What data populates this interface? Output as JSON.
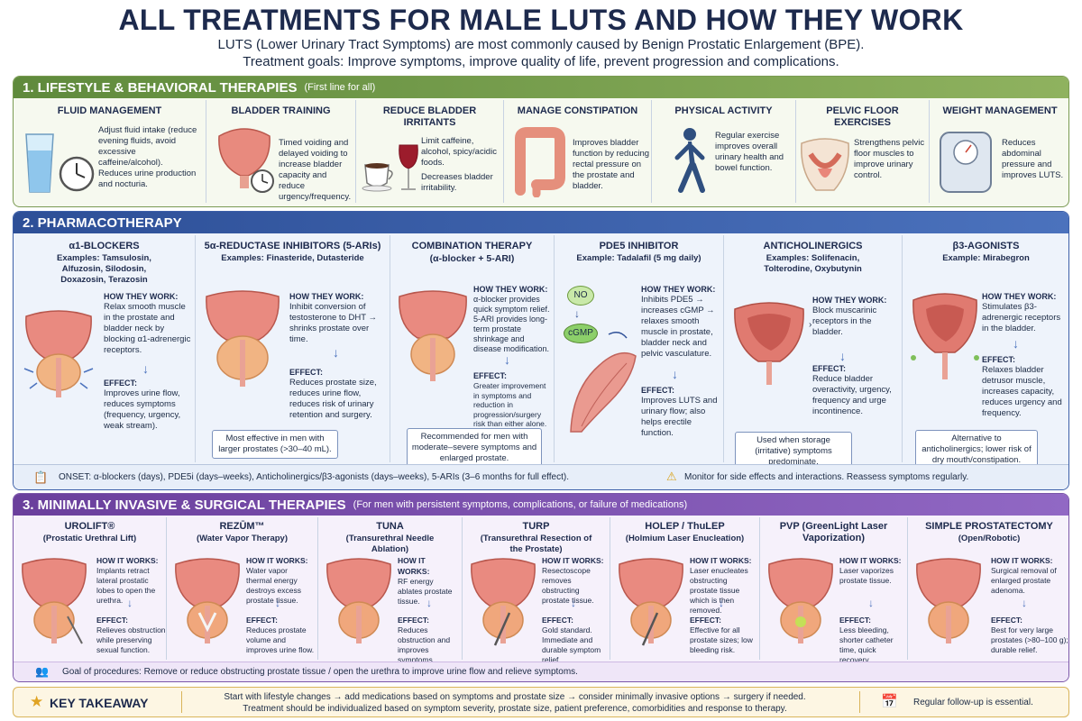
{
  "header": {
    "title": "ALL TREATMENTS FOR MALE LUTS AND HOW THEY WORK",
    "subtitle_1": "LUTS (Lower Urinary Tract Symptoms) are most commonly caused by Benign Prostatic Enlargement (BPE).",
    "subtitle_2": "Treatment goals: Improve symptoms, improve quality of life, prevent progression and complications."
  },
  "lifestyle": {
    "heading": "1. LIFESTYLE & BEHAVIORAL THERAPIES",
    "note": "(First line for all)",
    "cards": [
      {
        "title": "FLUID MANAGEMENT",
        "text": "Adjust fluid intake (reduce evening fluids, avoid excessive caffeine/alcohol).",
        "text2": "Reduces urine production and nocturia."
      },
      {
        "title": "BLADDER TRAINING",
        "text": "Timed voiding and delayed voiding to increase bladder capacity and reduce urgency/frequency.",
        "text2": ""
      },
      {
        "title": "REDUCE BLADDER IRRITANTS",
        "text": "Limit caffeine, alcohol, spicy/acidic foods.",
        "text2": "Decreases bladder irritability."
      },
      {
        "title": "MANAGE CONSTIPATION",
        "text": "Improves bladder function by reducing rectal pressure on the prostate and bladder.",
        "text2": ""
      },
      {
        "title": "PHYSICAL ACTIVITY",
        "text": "Regular exercise improves overall urinary health and bowel function.",
        "text2": ""
      },
      {
        "title": "PELVIC FLOOR EXERCISES",
        "text": "Strengthens pelvic floor muscles to improve urinary control.",
        "text2": ""
      },
      {
        "title": "WEIGHT MANAGEMENT",
        "text": "Reduces abdominal pressure and improves LUTS.",
        "text2": ""
      }
    ]
  },
  "pharma": {
    "heading": "2. PHARMACOTHERAPY",
    "how_label": "HOW THEY WORK:",
    "effect_label": "EFFECT:",
    "cards": [
      {
        "title": "α1-BLOCKERS",
        "sub": "Examples: Tamsulosin, Alfuzosin, Silodosin, Doxazosin, Terazosin",
        "how": "Relax smooth muscle in the prostate and bladder neck by blocking α1-adrenergic receptors.",
        "effect": "Improves urine flow, reduces symptoms (frequency, urgency, weak stream).",
        "note": ""
      },
      {
        "title": "5α-REDUCTASE INHIBITORS (5-ARIs)",
        "sub": "Examples: Finasteride, Dutasteride",
        "how": "Inhibit conversion of testosterone to DHT → shrinks prostate over time.",
        "effect": "Reduces prostate size, reduces urine flow, reduces risk of urinary retention and surgery.",
        "note": "Most effective in men with larger prostates (>30–40 mL)."
      },
      {
        "title": "COMBINATION THERAPY",
        "sub": "(α-blocker + 5-ARI)",
        "how": "α-blocker provides quick symptom relief. 5-ARI provides long-term prostate shrinkage and disease modification.",
        "effect": "Greater improvement in symptoms and reduction in progression/surgery risk than either alone.",
        "note": "Recommended for men with moderate–severe symptoms and enlarged prostate."
      },
      {
        "title": "PDE5 INHIBITOR",
        "sub": "Example: Tadalafil (5 mg daily)",
        "how": "Inhibits PDE5 → increases cGMP → relaxes smooth muscle in prostate, bladder neck and pelvic vasculature.",
        "effect": "Improves LUTS and urinary flow; also helps erectile function.",
        "note": "",
        "no": "NO",
        "cgmp": "cGMP"
      },
      {
        "title": "ANTICHOLINERGICS",
        "sub": "Examples: Solifenacin, Tolterodine, Oxybutynin",
        "how": "Block muscarinic receptors in the bladder.",
        "effect": "Reduce bladder overactivity, urgency, frequency and urge incontinence.",
        "note": "Used when storage (irritative) symptoms predominate."
      },
      {
        "title": "β3-AGONISTS",
        "sub": "Example: Mirabegron",
        "how": "Stimulates β3-adrenergic receptors in the bladder.",
        "effect": "Relaxes bladder detrusor muscle, increases capacity, reduces urgency and frequency.",
        "note": "Alternative to anticholinergics; lower risk of dry mouth/constipation."
      }
    ],
    "onset": "ONSET: α-blockers (days), PDE5i (days–weeks), Anticholinergics/β3-agonists (days–weeks), 5-ARIs (3–6 months for full effect).",
    "monitor": "Monitor for side effects and interactions. Reassess symptoms regularly."
  },
  "surgical": {
    "heading": "3. MINIMALLY INVASIVE & SURGICAL THERAPIES",
    "note": "(For men with persistent symptoms, complications, or failure of medications)",
    "how_label": "HOW IT WORKS:",
    "effect_label": "EFFECT:",
    "cards": [
      {
        "title": "UROLIFT®",
        "sub": "(Prostatic Urethral Lift)",
        "how": "Implants retract lateral prostatic lobes to open the urethra.",
        "effect": "Relieves obstruction while preserving sexual function."
      },
      {
        "title": "REZŪM™",
        "sub": "(Water Vapor Therapy)",
        "how": "Water vapor thermal energy destroys excess prostate tissue.",
        "effect": "Reduces prostate volume and improves urine flow."
      },
      {
        "title": "TUNA",
        "sub": "(Transurethral Needle Ablation)",
        "how": "RF energy ablates prostate tissue.",
        "effect": "Reduces obstruction and improves symptoms."
      },
      {
        "title": "TURP",
        "sub": "(Transurethral Resection of the Prostate)",
        "how": "Resectoscope removes obstructing prostate tissue.",
        "effect": "Gold standard. Immediate and durable symptom relief."
      },
      {
        "title": "HOLEP / ThuLEP",
        "sub": "(Holmium Laser Enucleation)",
        "how": "Laser enucleates obstructing prostate tissue which is then removed.",
        "effect": "Effective for all prostate sizes; low bleeding risk."
      },
      {
        "title": "PVP (GreenLight Laser Vaporization)",
        "sub": "",
        "how": "Laser vaporizes prostate tissue.",
        "effect": "Less bleeding, shorter catheter time, quick recovery."
      },
      {
        "title": "SIMPLE PROSTATECTOMY",
        "sub": "(Open/Robotic)",
        "how": "Surgical removal of enlarged prostate adenoma.",
        "effect": "Best for very large prostates (>80–100 g); durable relief."
      }
    ],
    "goal": "Goal of procedures: Remove or reduce obstructing prostate tissue / open the urethra to improve urine flow and relieve symptoms."
  },
  "takeaway": {
    "label": "KEY TAKEAWAY",
    "line1": "Start with lifestyle changes → add medications based on symptoms and prostate size → consider minimally invasive options → surgery if needed.",
    "line2": "Treatment should be individualized based on symptom severity, prostate size, patient preference, comorbidities and response to therapy.",
    "followup": "Regular follow-up is essential."
  },
  "colors": {
    "lifestyle": "#5f8a3c",
    "pharma": "#2d4f97",
    "surgical": "#6a3f9c",
    "takeaway": "#d9b45a"
  }
}
